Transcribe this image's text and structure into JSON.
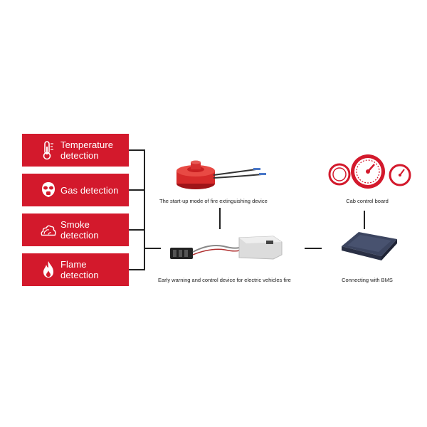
{
  "detections": [
    {
      "label": "Temperature\ndetection",
      "icon": "thermometer-icon"
    },
    {
      "label": "Gas detection",
      "icon": "gas-mask-icon"
    },
    {
      "label": "Smoke\ndetection",
      "icon": "smoke-icon"
    },
    {
      "label": "Flame\ndetection",
      "icon": "flame-icon"
    }
  ],
  "devices": {
    "startup_caption": "The start-up mode of fire extinguishing device",
    "early_warning_caption": "Early warning and control device for electric vehicles fire",
    "cab_caption": "Cab control board",
    "bms_caption": "Connecting with BMS"
  },
  "colors": {
    "brand_red": "#d3192c",
    "line": "#222222"
  }
}
